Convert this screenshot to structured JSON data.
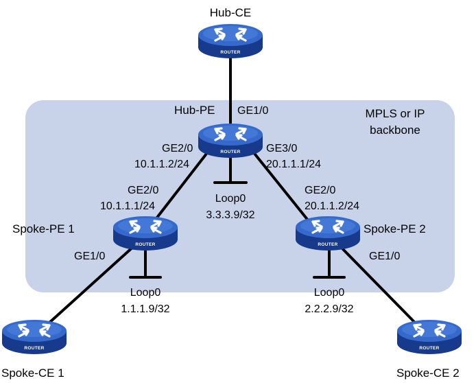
{
  "colors": {
    "backbone_fill": "#c8d3ea",
    "router_top": "#2f66c9",
    "router_top_light": "#5a8ee3",
    "router_side": "#173a8c",
    "link": "#000000"
  },
  "icons": {
    "router": "router-icon",
    "loopback": "loopback-interface-icon"
  },
  "backbone": {
    "line1": "MPLS or IP",
    "line2": "backbone"
  },
  "devices": {
    "hub_ce": {
      "name": "Hub-CE",
      "badge": "ROUTER"
    },
    "hub_pe": {
      "name": "Hub-PE",
      "badge": "ROUTER"
    },
    "spoke_pe1": {
      "name": "Spoke-PE 1",
      "badge": "ROUTER"
    },
    "spoke_pe2": {
      "name": "Spoke-PE 2",
      "badge": "ROUTER"
    },
    "spoke_ce1": {
      "name": "Spoke-CE 1",
      "badge": "ROUTER"
    },
    "spoke_ce2": {
      "name": "Spoke-CE 2",
      "badge": "ROUTER"
    }
  },
  "interfaces": {
    "hub_pe_ge1": "GE1/0",
    "hub_pe_ge2": "GE2/0",
    "hub_pe_ge2_ip": "10.1.1.2/24",
    "hub_pe_ge3": "GE3/0",
    "hub_pe_ge3_ip": "20.1.1.1/24",
    "pe1_ge2": "GE2/0",
    "pe1_ge2_ip": "10.1.1.1/24",
    "pe1_ge1": "GE1/0",
    "pe2_ge2": "GE2/0",
    "pe2_ge2_ip": "20.1.1.2/24",
    "pe2_ge1": "GE1/0"
  },
  "loopbacks": {
    "hub_pe": {
      "name": "Loop0",
      "ip": "3.3.3.9/32"
    },
    "spoke_pe1": {
      "name": "Loop0",
      "ip": "1.1.1.9/32"
    },
    "spoke_pe2": {
      "name": "Loop0",
      "ip": "2.2.2.9/32"
    }
  }
}
